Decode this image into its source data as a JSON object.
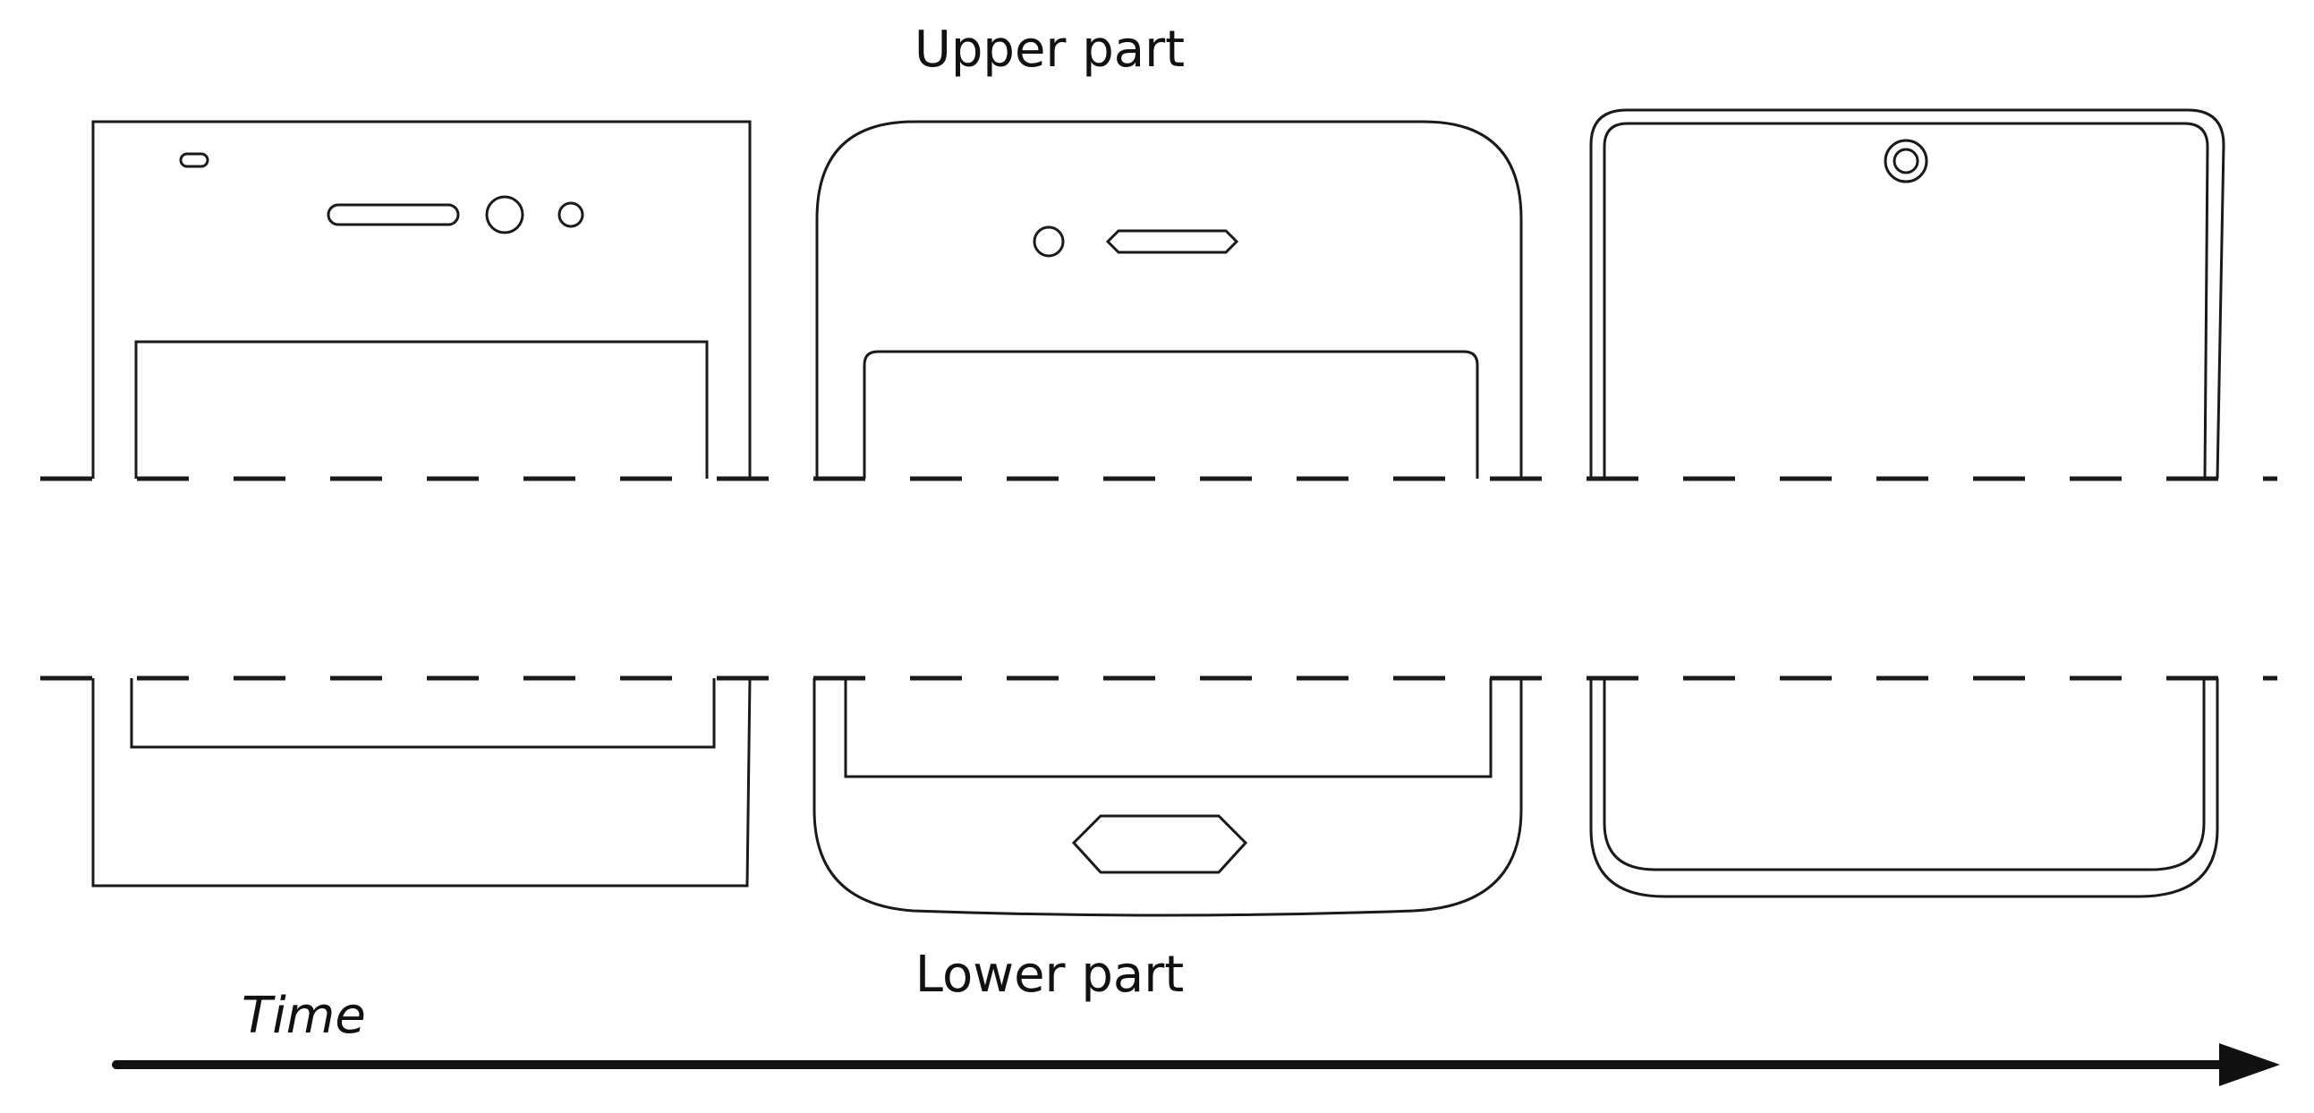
{
  "labels": {
    "upper": "Upper part",
    "lower": "Lower part",
    "time": "Time"
  },
  "colors": {
    "stroke": "#1a1a1a",
    "background": "#ffffff"
  }
}
